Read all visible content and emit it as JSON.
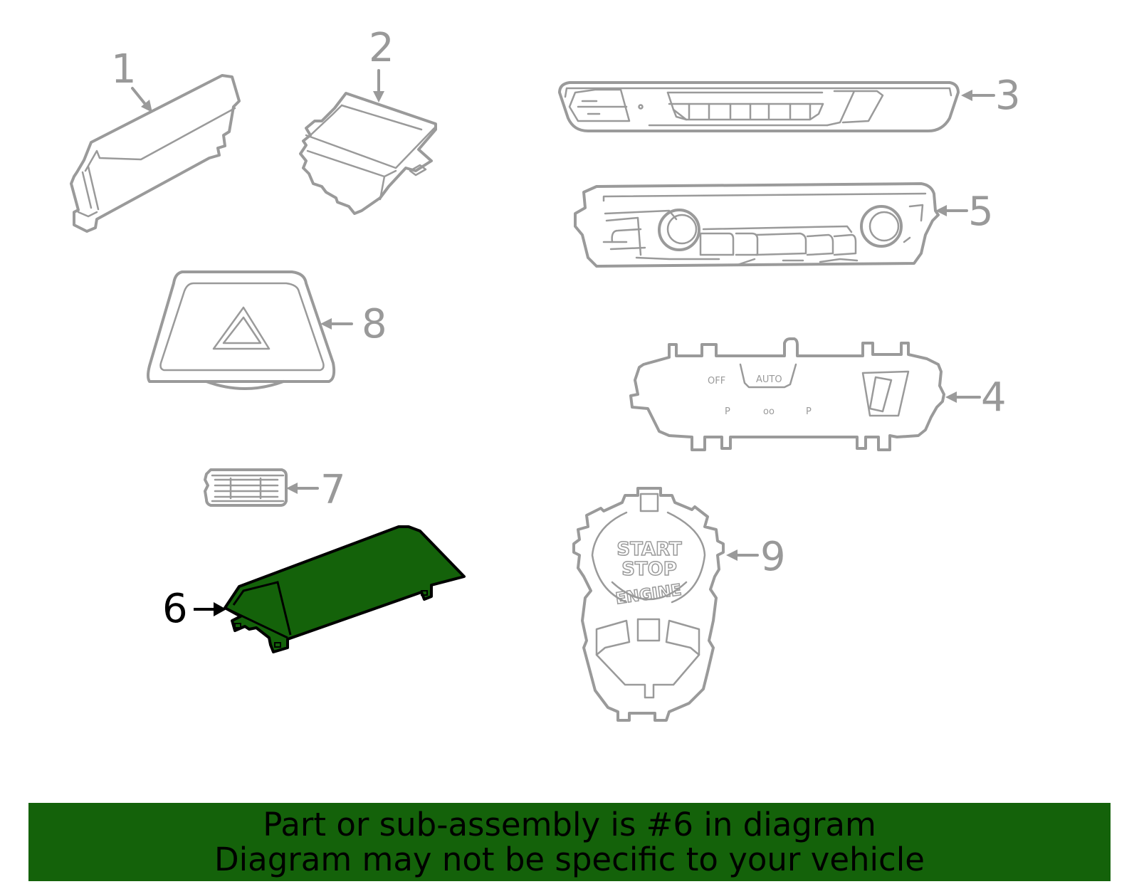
{
  "diagram": {
    "highlight_color": "#14620a",
    "line_color": "#9a9a9a",
    "highlighted_part": "6",
    "callouts": [
      {
        "id": "1",
        "label": "1"
      },
      {
        "id": "2",
        "label": "2"
      },
      {
        "id": "3",
        "label": "3"
      },
      {
        "id": "4",
        "label": "4"
      },
      {
        "id": "5",
        "label": "5"
      },
      {
        "id": "6",
        "label": "6"
      },
      {
        "id": "7",
        "label": "7"
      },
      {
        "id": "8",
        "label": "8"
      },
      {
        "id": "9",
        "label": "9"
      }
    ],
    "part_labels": {
      "switch_4": {
        "off": "OFF",
        "auto": "AUTO",
        "p1": "P",
        "oo": "oo",
        "p2": "P"
      },
      "start_button_9": {
        "line1": "START",
        "line2": "STOP",
        "line3": "ENGINE"
      }
    }
  },
  "banner": {
    "line1": "Part or sub-assembly is #6 in diagram",
    "line2": "Diagram may not be specific to your vehicle",
    "background": "#14620a"
  }
}
